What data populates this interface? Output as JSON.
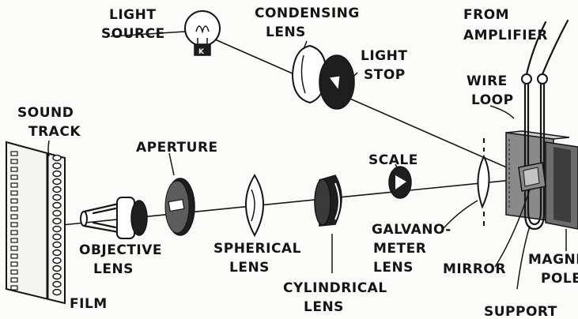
{
  "labels": {
    "light_source": [
      "LIGHT",
      "SOURCE"
    ],
    "condensing_lens": [
      "CONDENSING",
      "LENS"
    ],
    "light_stop": [
      "LIGHT",
      "STOP"
    ],
    "from_amplifier": [
      "FROM",
      "AMPLIFIER"
    ],
    "wire_loop": [
      "WIRE",
      "LOOP"
    ],
    "sound_track": [
      "SOUND",
      "TRACK"
    ],
    "aperture": "APERTURE",
    "scale": "SCALE",
    "objective_lens": [
      "OBJECTIVE",
      "LENS"
    ],
    "spherical_lens": [
      "SPHERICAL",
      "LENS"
    ],
    "cylindrical_lens": [
      "CYLINDRICAL",
      "LENS"
    ],
    "galvanometer_lens": [
      "GALVANO-",
      "METER",
      "LENS"
    ],
    "mirror": "MIRROR",
    "magnet_poles": [
      "MAGNET",
      "POLES"
    ],
    "support": "SUPPORT",
    "film": "FILM"
  },
  "lamp_mark": "K"
}
